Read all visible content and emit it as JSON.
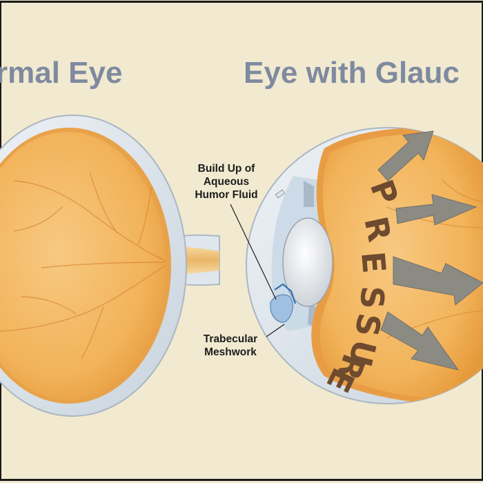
{
  "titles": {
    "normal": "rmal Eye",
    "glaucoma": "Eye with Glauc"
  },
  "labels": {
    "buildup": [
      "Build Up of",
      "Aqueous",
      "Humor Fluid"
    ],
    "meshwork": [
      "Trabecular",
      "Meshwork"
    ]
  },
  "pressure_word": "PRESSURE",
  "colors": {
    "background": "#f1ead0",
    "sclera": "#d9e2ea",
    "eye_interior": "#f2b35a",
    "title_text": "#7f8aa0",
    "arrows": "#8b8b83",
    "pressure_text": "#6e4a2e"
  },
  "icons": [
    "pressure-arrow-icon",
    "lens-icon",
    "optic-nerve-icon"
  ]
}
